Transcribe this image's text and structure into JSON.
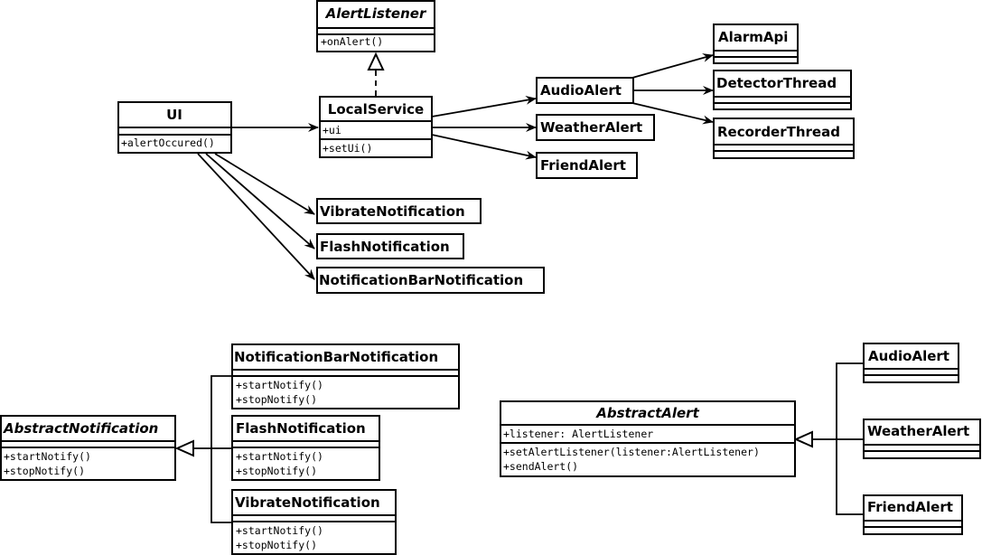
{
  "classes": {
    "alert_listener": {
      "name": "AlertListener",
      "abstract": true,
      "attrs": [],
      "ops": [
        "+onAlert()"
      ]
    },
    "ui": {
      "name": "UI",
      "abstract": false,
      "attrs": [],
      "ops": [
        "+alertOccured()"
      ]
    },
    "local_service": {
      "name": "LocalService",
      "abstract": false,
      "attrs": [
        "+ui"
      ],
      "ops": [
        "+setUi()"
      ]
    },
    "audio_alert": {
      "name": "AudioAlert"
    },
    "weather_alert": {
      "name": "WeatherAlert"
    },
    "friend_alert": {
      "name": "FriendAlert"
    },
    "alarm_api": {
      "name": "AlarmApi"
    },
    "detector_thread": {
      "name": "DetectorThread"
    },
    "recorder_thread": {
      "name": "RecorderThread"
    },
    "vibrate_notification": {
      "name": "VibrateNotification"
    },
    "flash_notification": {
      "name": "FlashNotification"
    },
    "notification_bar_notification": {
      "name": "NotificationBarNotification"
    },
    "abstract_notification": {
      "name": "AbstractNotification",
      "abstract": true,
      "ops": [
        "+startNotify()",
        "+stopNotify()"
      ]
    },
    "nbn_sub": {
      "name": "NotificationBarNotification",
      "ops": [
        "+startNotify()",
        "+stopNotify()"
      ]
    },
    "flash_sub": {
      "name": "FlashNotification",
      "ops": [
        "+startNotify()",
        "+stopNotify()"
      ]
    },
    "vibrate_sub": {
      "name": "VibrateNotification",
      "ops": [
        "+startNotify()",
        "+stopNotify()"
      ]
    },
    "abstract_alert": {
      "name": "AbstractAlert",
      "abstract": true,
      "attrs": [
        "+listener: AlertListener"
      ],
      "ops": [
        "+setAlertListener(listener:AlertListener)",
        "+sendAlert()"
      ]
    },
    "audio_sub": {
      "name": "AudioAlert"
    },
    "weather_sub": {
      "name": "WeatherAlert"
    },
    "friend_sub": {
      "name": "FriendAlert"
    }
  },
  "relations": [
    {
      "from": "LocalService",
      "to": "AlertListener",
      "type": "realization"
    },
    {
      "from": "UI",
      "to": "LocalService",
      "type": "association"
    },
    {
      "from": "UI",
      "to": "VibrateNotification",
      "type": "association"
    },
    {
      "from": "UI",
      "to": "FlashNotification",
      "type": "association"
    },
    {
      "from": "UI",
      "to": "NotificationBarNotification",
      "type": "association"
    },
    {
      "from": "LocalService",
      "to": "AudioAlert",
      "type": "association"
    },
    {
      "from": "LocalService",
      "to": "WeatherAlert",
      "type": "association"
    },
    {
      "from": "LocalService",
      "to": "FriendAlert",
      "type": "association"
    },
    {
      "from": "AudioAlert",
      "to": "AlarmApi",
      "type": "association"
    },
    {
      "from": "AudioAlert",
      "to": "DetectorThread",
      "type": "association"
    },
    {
      "from": "AudioAlert",
      "to": "RecorderThread",
      "type": "association"
    },
    {
      "from": "NotificationBarNotification",
      "to": "AbstractNotification",
      "type": "generalization"
    },
    {
      "from": "FlashNotification",
      "to": "AbstractNotification",
      "type": "generalization"
    },
    {
      "from": "VibrateNotification",
      "to": "AbstractNotification",
      "type": "generalization"
    },
    {
      "from": "AudioAlert",
      "to": "AbstractAlert",
      "type": "generalization"
    },
    {
      "from": "WeatherAlert",
      "to": "AbstractAlert",
      "type": "generalization"
    },
    {
      "from": "FriendAlert",
      "to": "AbstractAlert",
      "type": "generalization"
    }
  ]
}
